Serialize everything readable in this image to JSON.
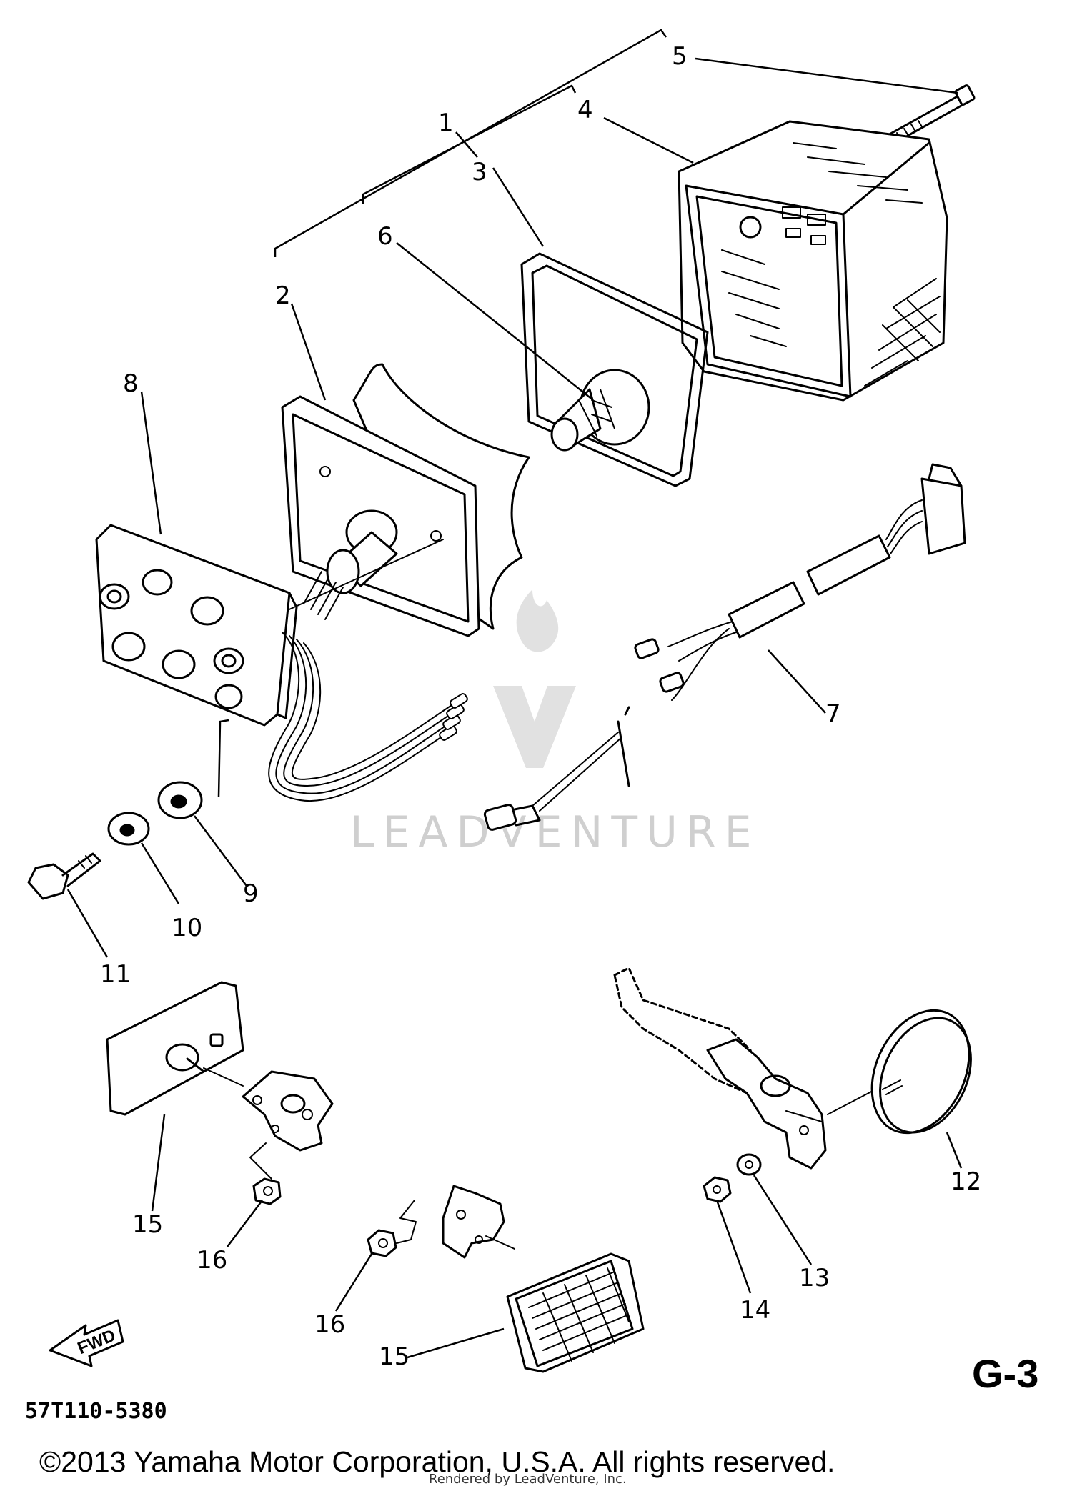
{
  "callouts": {
    "c1": "1",
    "c2": "2",
    "c3": "3",
    "c4": "4",
    "c5": "5",
    "c6": "6",
    "c7": "7",
    "c8": "8",
    "c9": "9",
    "c10": "10",
    "c11": "11",
    "c12": "12",
    "c13": "13",
    "c14": "14",
    "c15a": "15",
    "c15b": "15",
    "c16a": "16",
    "c16b": "16"
  },
  "section_label": "G-3",
  "drawing_number": "57T110-5380",
  "fwd_label": "FWD",
  "watermark": {
    "text": "LEADVENTURE"
  },
  "copyright": "©2013 Yamaha Motor Corporation, U.S.A. All rights reserved.",
  "rendered_by": "Rendered by LeadVenture, Inc."
}
